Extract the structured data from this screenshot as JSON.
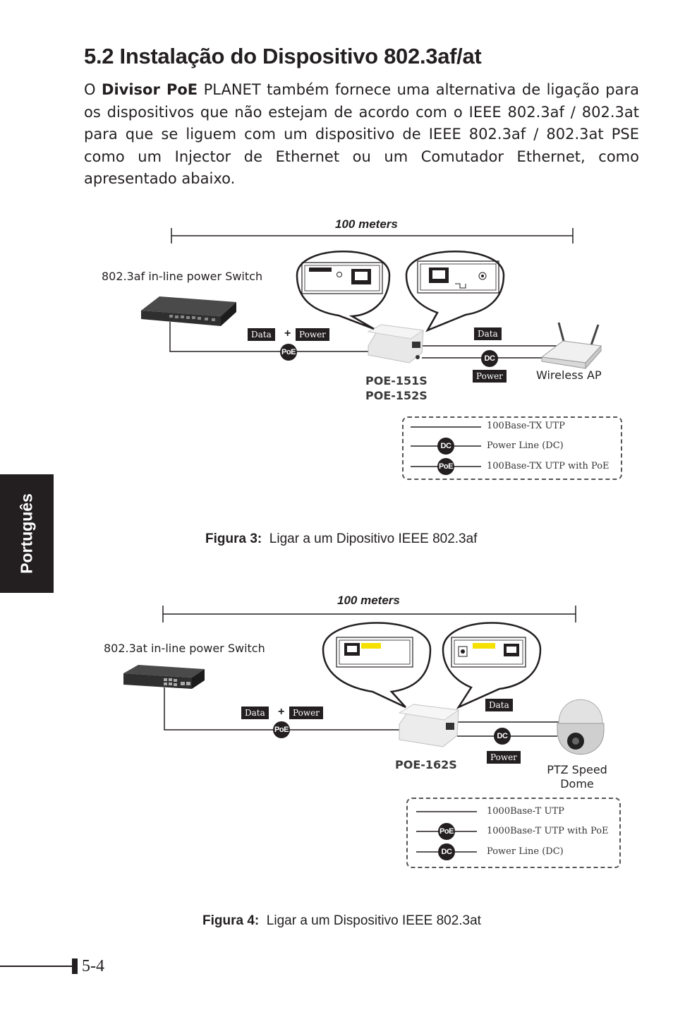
{
  "section": {
    "title": "5.2 Instalação do Dispositivo 802.3af/at",
    "para_lead": "O ",
    "para_bold": "Divisor PoE",
    "para_rest": " PLANET também fornece uma alternativa de ligação para os dispositivos que não estejam de acordo com o IEEE 802.3af / 802.3at para que se liguem com um dispositivo de IEEE 802.3af / 802.3at PSE como um Injector de Ethernet ou um Comutador Ethernet, como apresentado abaixo."
  },
  "sidebar": {
    "language_tab": "Português"
  },
  "figure3": {
    "distance": "100 meters",
    "switch_label": "802.3af in-line power Switch",
    "data_tag": "Data",
    "plus": "+",
    "power_tag": "Power",
    "poe_badge": "PoE",
    "dc_badge": "DC",
    "model_line1": "POE-151S",
    "model_line2": "POE-152S",
    "device_label": "Wireless AP",
    "legend": [
      "100Base-TX UTP",
      "Power Line (DC)",
      "100Base-TX UTP with PoE"
    ],
    "caption_bold": "Figura 3:",
    "caption_text": "Ligar a um Dipositivo IEEE 802.3af"
  },
  "figure4": {
    "distance": "100 meters",
    "switch_label": "802.3at in-line power Switch",
    "data_tag": "Data",
    "plus": "+",
    "power_tag": "Power",
    "poe_badge": "PoE",
    "dc_badge": "DC",
    "model": "POE-162S",
    "device_label_line1": "PTZ Speed",
    "device_label_line2": "Dome",
    "legend": [
      "1000Base-T UTP",
      "1000Base-T UTP with PoE",
      "Power Line (DC)"
    ],
    "caption_bold": "Figura 4:",
    "caption_text": "Ligar a um Dispositivo IEEE 802.3at"
  },
  "footer": {
    "page_number": "5-4"
  }
}
